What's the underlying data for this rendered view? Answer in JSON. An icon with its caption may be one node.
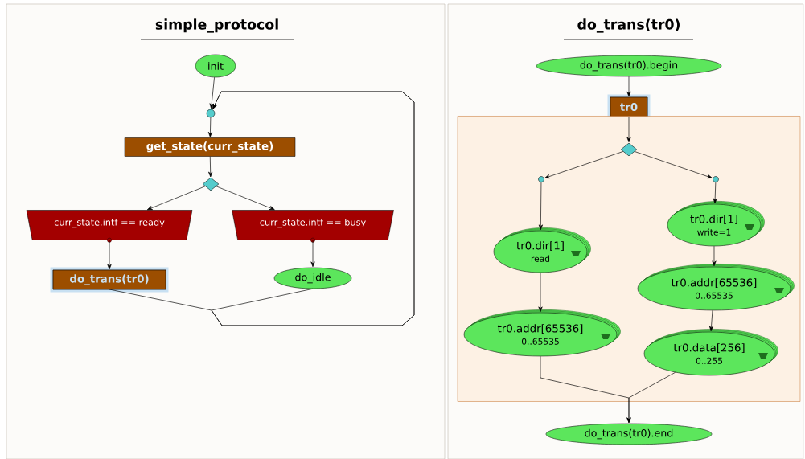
{
  "diagram": {
    "nodes": [
      {
        "text": [
          "simple_protocol"
        ]
      },
      {
        "text": [
          "init"
        ],
        "in": 0
      },
      {
        "text": [],
        "shape": "circle",
        "in": 0
      },
      {
        "text": [
          "get_state(curr_state)"
        ],
        "in": 0
      },
      {
        "text": [],
        "shape": "diamond",
        "in": 0
      },
      {
        "text": [
          "curr_state.intf == ready"
        ],
        "in": 0
      },
      {
        "text": [
          "curr_state.intf == busy"
        ],
        "in": 0
      },
      {
        "text": [
          "do_trans(tr0)"
        ],
        "in": 0
      },
      {
        "text": [
          "do_idle"
        ],
        "in": 0
      },
      {
        "text": [
          "do_trans(tr0)"
        ]
      },
      {
        "text": [
          "do_trans(tr0).begin"
        ],
        "in": 9
      },
      {
        "text": [
          "tr0"
        ],
        "in": 9
      },
      {
        "text": [],
        "shape": "box",
        "in": 9
      },
      {
        "text": [],
        "shape": "diamond",
        "in": 12
      },
      {
        "text": [],
        "shape": "circle",
        "in": 12
      },
      {
        "text": [],
        "shape": "circle",
        "in": 12
      },
      {
        "text": [
          "tr0.dir[1]",
          "read"
        ],
        "in": 12
      },
      {
        "text": [
          "tr0.dir[1]",
          "write=1"
        ],
        "in": 12
      },
      {
        "text": [
          "tr0.addr[65536]",
          "0..65535"
        ],
        "in": 12
      },
      {
        "text": [
          "tr0.addr[65536]",
          "0..65535"
        ],
        "in": 12
      },
      {
        "text": [
          "tr0.data[256]",
          "0..255"
        ],
        "in": 12
      },
      {
        "text": [
          "do_trans(tr0).end"
        ],
        "in": 9
      }
    ],
    "edges": [
      {
        "from": 1,
        "to": 2,
        "arrow": "to"
      },
      {
        "from": 7,
        "to": 2,
        "arrow": "to"
      },
      {
        "from": 8,
        "to": 2,
        "arrow": "to"
      },
      {
        "from": 2,
        "to": 3,
        "arrow": "to"
      },
      {
        "from": 3,
        "to": 4,
        "arrow": "to"
      },
      {
        "from": 4,
        "to": 5,
        "arrow": "to"
      },
      {
        "from": 4,
        "to": 6,
        "arrow": "to"
      },
      {
        "from": 5,
        "to": 7,
        "arrow": "to"
      },
      {
        "from": 6,
        "to": 8,
        "arrow": "to"
      },
      {
        "from": 10,
        "to": 11,
        "arrow": "to"
      },
      {
        "from": 11,
        "to": 13,
        "arrow": "to"
      },
      {
        "from": 13,
        "to": 14,
        "arrow": "to"
      },
      {
        "from": 13,
        "to": 15,
        "arrow": "to"
      },
      {
        "from": 14,
        "to": 16,
        "arrow": "to"
      },
      {
        "from": 15,
        "to": 17,
        "arrow": "to"
      },
      {
        "from": 16,
        "to": 18,
        "arrow": "to"
      },
      {
        "from": 17,
        "to": 19,
        "arrow": "to"
      },
      {
        "from": 19,
        "to": 20,
        "arrow": "to"
      },
      {
        "from": 18,
        "to": 21,
        "arrow": "to"
      },
      {
        "from": 20,
        "to": 21,
        "arrow": "to"
      }
    ]
  }
}
